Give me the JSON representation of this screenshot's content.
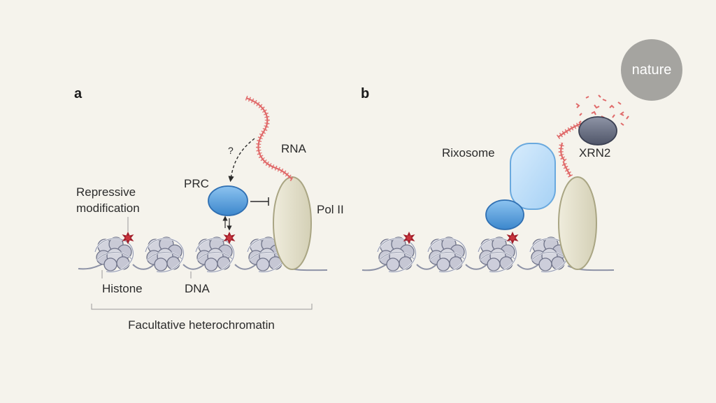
{
  "colors": {
    "background": "#f5f3ec",
    "histone": "#c9cad6",
    "histone_stroke": "#7b7f95",
    "dna": "#8d92a6",
    "modification": "#a3202b",
    "rna": "#e06a6a",
    "prc": "#5aa3e0",
    "rixosome": "#bfe0fa",
    "pol2": "#e4e1cd",
    "xrn2": "#6b7285",
    "nature_circle": "#a5a4a0",
    "text": "#2b2b2b",
    "bracket": "#9a9a9a"
  },
  "logo": {
    "text": "nature"
  },
  "panel_a": {
    "letter": "a",
    "labels": {
      "rna": "RNA",
      "question": "?",
      "prc": "PRC",
      "pol2": "Pol II",
      "repressive_line1": "Repressive",
      "repressive_line2": "modification",
      "histone": "Histone",
      "dna": "DNA",
      "bracket": "Facultative heterochromatin"
    }
  },
  "panel_b": {
    "letter": "b",
    "labels": {
      "rixosome": "Rixosome",
      "xrn2": "XRN2"
    }
  }
}
